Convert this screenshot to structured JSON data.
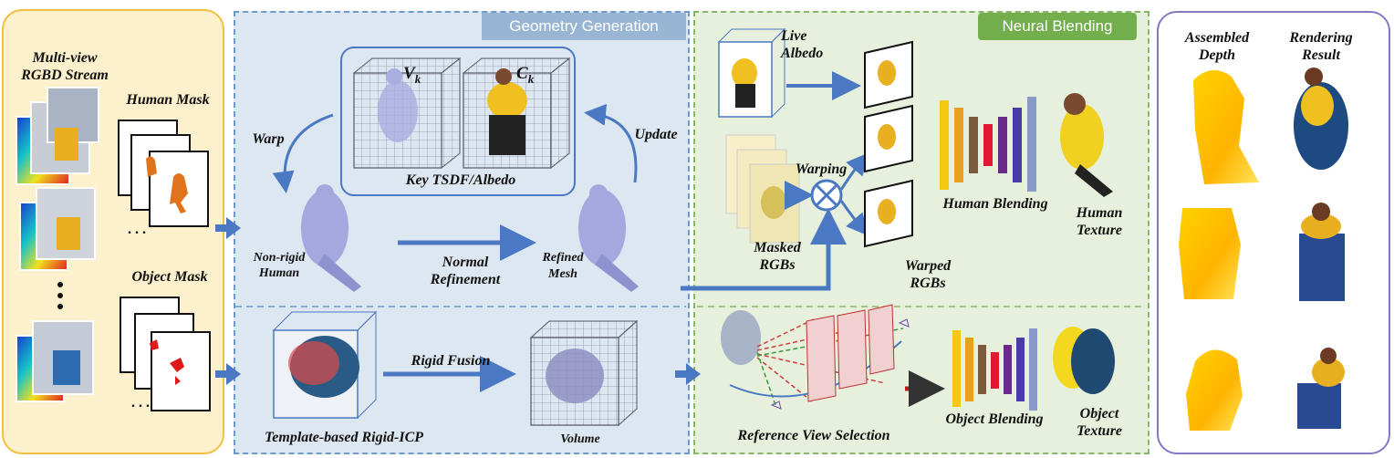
{
  "headers": {
    "geometry": "Geometry Generation",
    "neural": "Neural Blending"
  },
  "input": {
    "title_line1": "Multi-view",
    "title_line2": "RGBD Stream",
    "human_mask": "Human Mask",
    "object_mask": "Object Mask"
  },
  "geometry": {
    "v_symbol": "V",
    "v_sub": "k",
    "c_symbol": "C",
    "c_sub": "k",
    "key_tsdf": "Key TSDF/Albedo",
    "warp": "Warp",
    "update": "Update",
    "nonrigid_line1": "Non-rigid",
    "nonrigid_line2": "Human",
    "normal_line1": "Normal",
    "normal_line2": "Refinement",
    "refined_line1": "Refined",
    "refined_line2": "Mesh",
    "rigid_fusion": "Rigid Fusion",
    "template_icp": "Template-based Rigid-ICP",
    "volume": "Volume"
  },
  "neural": {
    "live_line1": "Live",
    "live_line2": "Albedo",
    "warping": "Warping",
    "masked_line1": "Masked",
    "masked_line2": "RGBs",
    "warped_line1": "Warped",
    "warped_line2": "RGBs",
    "human_blending": "Human Blending",
    "human_texture_line1": "Human",
    "human_texture_line2": "Texture",
    "reference_view": "Reference View Selection",
    "object_blending": "Object Blending",
    "object_texture_line1": "Object",
    "object_texture_line2": "Texture"
  },
  "output": {
    "depth_line1": "Assembled",
    "depth_line2": "Depth",
    "render_line1": "Rendering",
    "render_line2": "Result"
  },
  "colors": {
    "arrow": "#4a78c2",
    "input_border": "#f0c040",
    "geo_bg": "#dde7f1",
    "neural_bg": "#e7f0dc",
    "output_border": "#8577c4"
  }
}
